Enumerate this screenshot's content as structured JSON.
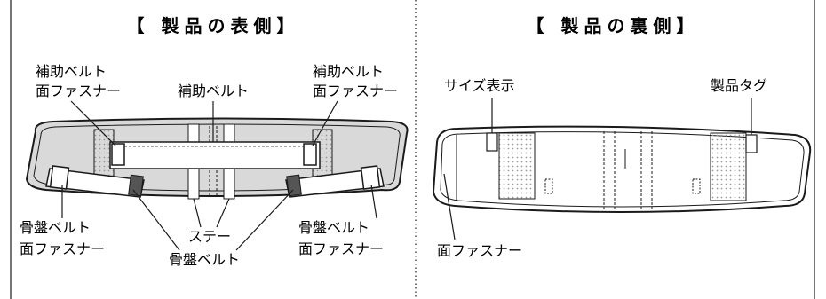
{
  "front": {
    "title": "【 製品の表側】",
    "labels": {
      "aux_belt_fastener_left_1": "補助ベルト",
      "aux_belt_fastener_left_2": "面ファスナー",
      "aux_belt": "補助ベルト",
      "aux_belt_fastener_right_1": "補助ベルト",
      "aux_belt_fastener_right_2": "面ファスナー",
      "pelvic_belt_fastener_left_1": "骨盤ベルト",
      "pelvic_belt_fastener_left_2": "面ファスナー",
      "stays": "ステー",
      "pelvic_belt": "骨盤ベルト",
      "pelvic_belt_fastener_right_1": "骨盤ベルト",
      "pelvic_belt_fastener_right_2": "面ファスナー"
    }
  },
  "back": {
    "title": "【 製品の裏側】",
    "labels": {
      "size_display": "サイズ表示",
      "product_tag": "製品タグ",
      "fastener": "面ファスナー"
    }
  },
  "colors": {
    "line": "#1a1a1a",
    "belt_fill": "#d9d9d9",
    "panel_fill": "#ffffff",
    "mesh_dot": "#9a9a9a"
  }
}
